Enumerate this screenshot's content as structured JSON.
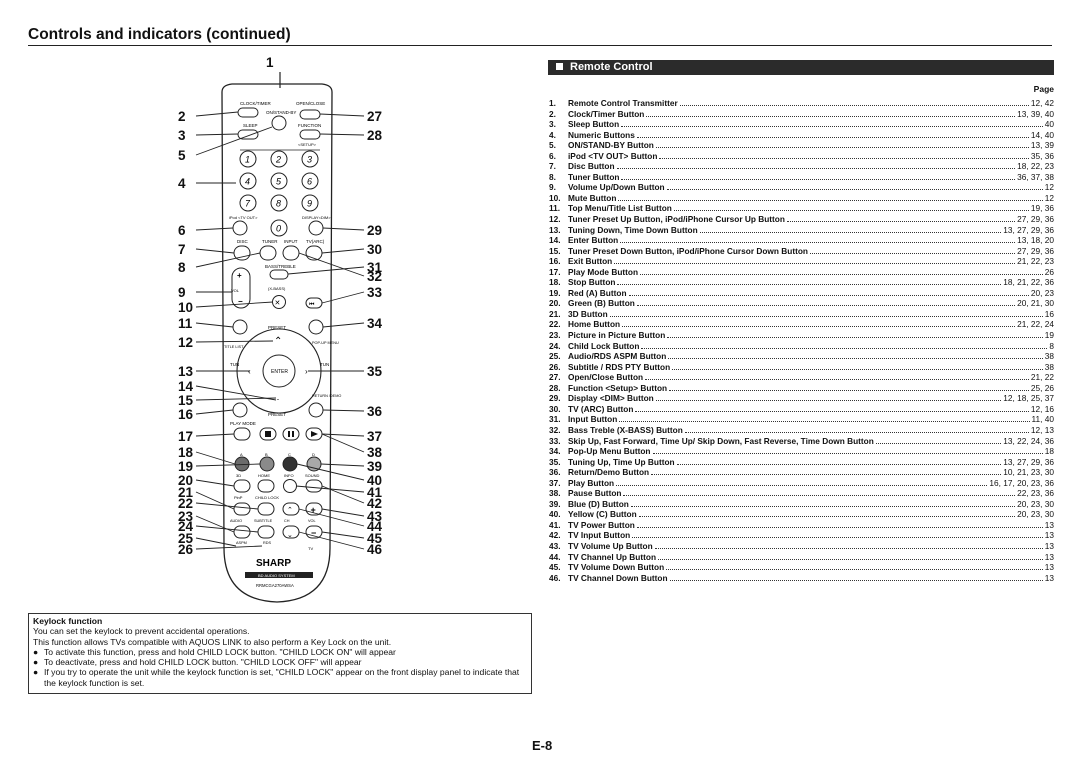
{
  "page_title": "Controls and indicators (continued)",
  "section_header": "Remote Control",
  "page_column_label": "Page",
  "page_number": "E-8",
  "remote": {
    "brand": "SHARP",
    "model_band": "BD AUDIO SYSTEM",
    "model_number": "RRMCGA270AWSA",
    "labels": {
      "clock_timer": "CLOCK/TIMER",
      "open_close": "OPEN/CLOSE",
      "on_standby": "ON/STAND-BY",
      "sleep": "SLEEP",
      "function": "FUNCTION",
      "setup": "<SETUP>",
      "ipod_tv_out": "iPod <TV OUT>",
      "display_dim": "DISPLAY<DIM>",
      "disc": "DISC",
      "tuner": "TUNER",
      "input": "INPUT",
      "tv_arc": "TV(ARC)",
      "bass_treble": "BASS/TREBLE",
      "vol": "VOL",
      "x_bass": "(X-BASS)",
      "preset_top": "PRESET",
      "preset_bottom": "PRESET",
      "title_list": "TITLE LIST",
      "popup_menu": "POP-UP MENU",
      "tun_left": "TUN",
      "tun_right": "TUN",
      "enter": "ENTER",
      "return_demo": "RETURN /DEMO",
      "play_mode": "PLAY MODE",
      "a": "A",
      "b": "B",
      "c": "C",
      "d": "D",
      "d3": "3D",
      "home": "HOME",
      "info": "INFO",
      "sound": "SOUND",
      "pinp": "PinP",
      "child_lock": "CHILD LOCK",
      "audio": "AUDIO",
      "subtitle": "SUBTITLE",
      "ch": "CH",
      "vol_tv": "VOL",
      "aspm": "ASPM",
      "rds": "RDS",
      "tv": "TV"
    },
    "keypad": [
      "1",
      "2",
      "3",
      "4",
      "5",
      "6",
      "7",
      "8",
      "9",
      "0"
    ],
    "left_callouts": [
      "2",
      "3",
      "5",
      "4",
      "6",
      "7",
      "8",
      "9",
      "10",
      "11",
      "12",
      "13",
      "14",
      "15",
      "16",
      "17",
      "18",
      "19",
      "20",
      "21",
      "22",
      "23",
      "24",
      "25",
      "26"
    ],
    "right_callouts": [
      "27",
      "28",
      "29",
      "30",
      "31",
      "32",
      "33",
      "34",
      "35",
      "36",
      "37",
      "38",
      "39",
      "40",
      "41",
      "42",
      "43",
      "44",
      "45",
      "46"
    ],
    "top_callout": "1"
  },
  "index": [
    {
      "num": "1.",
      "name": "Remote Control Transmitter",
      "pages": "12, 42"
    },
    {
      "num": "2.",
      "name": "Clock/Timer Button",
      "pages": "13, 39, 40"
    },
    {
      "num": "3.",
      "name": "Sleep Button",
      "pages": "40"
    },
    {
      "num": "4.",
      "name": "Numeric Buttons",
      "pages": "14, 40"
    },
    {
      "num": "5.",
      "name": "ON/STAND-BY Button",
      "pages": "13, 39"
    },
    {
      "num": "6.",
      "name": "iPod <TV OUT> Button",
      "pages": "35, 36"
    },
    {
      "num": "7.",
      "name": "Disc Button",
      "pages": "18, 22, 23"
    },
    {
      "num": "8.",
      "name": "Tuner Button",
      "pages": "36, 37, 38"
    },
    {
      "num": "9.",
      "name": "Volume Up/Down Button",
      "pages": "12"
    },
    {
      "num": "10.",
      "name": "Mute Button",
      "pages": "12"
    },
    {
      "num": "11.",
      "name": "Top Menu/Title List Button",
      "pages": "19, 36"
    },
    {
      "num": "12.",
      "name": "Tuner Preset Up Button, iPod/iPhone Cursor Up Button",
      "pages": "27, 29, 36"
    },
    {
      "num": "13.",
      "name": "Tuning Down, Time Down Button",
      "pages": "13, 27, 29, 36"
    },
    {
      "num": "14.",
      "name": "Enter Button",
      "pages": "13, 18, 20"
    },
    {
      "num": "15.",
      "name": "Tuner Preset Down Button, iPod/iPhone Cursor Down Button",
      "pages": "27, 29, 36"
    },
    {
      "num": "16.",
      "name": "Exit Button",
      "pages": "21, 22, 23"
    },
    {
      "num": "17.",
      "name": "Play Mode Button",
      "pages": "26"
    },
    {
      "num": "18.",
      "name": "Stop Button",
      "pages": "18, 21, 22, 36"
    },
    {
      "num": "19.",
      "name": "Red (A) Button",
      "pages": "20, 23"
    },
    {
      "num": "20.",
      "name": "Green (B) Button",
      "pages": "20, 21, 30"
    },
    {
      "num": "21.",
      "name": "3D Button",
      "pages": "16"
    },
    {
      "num": "22.",
      "name": "Home Button",
      "pages": "21, 22, 24"
    },
    {
      "num": "23.",
      "name": "Picture in Picture Button",
      "pages": "19"
    },
    {
      "num": "24.",
      "name": "Child Lock Button",
      "pages": "8"
    },
    {
      "num": "25.",
      "name": "Audio/RDS ASPM Button",
      "pages": "38"
    },
    {
      "num": "26.",
      "name": "Subtitle / RDS PTY Button",
      "pages": "38"
    },
    {
      "num": "27.",
      "name": "Open/Close Button",
      "pages": "21, 22"
    },
    {
      "num": "28.",
      "name": "Function <Setup> Button",
      "pages": "25, 26"
    },
    {
      "num": "29.",
      "name": "Display <DIM> Button",
      "pages": "12, 18, 25, 37"
    },
    {
      "num": "30.",
      "name": "TV (ARC) Button",
      "pages": "12, 16"
    },
    {
      "num": "31.",
      "name": "Input Button",
      "pages": "11, 40"
    },
    {
      "num": "32.",
      "name": "Bass Treble (X-BASS) Button",
      "pages": "12, 13"
    },
    {
      "num": "33.",
      "name": "Skip Up, Fast Forward, Time Up/ Skip Down, Fast Reverse, Time Down Button",
      "pages": "13, 22, 24, 36"
    },
    {
      "num": "34.",
      "name": "Pop-Up Menu Button",
      "pages": "18"
    },
    {
      "num": "35.",
      "name": "Tuning Up, Time Up Button",
      "pages": "13, 27, 29, 36"
    },
    {
      "num": "36.",
      "name": "Return/Demo Button",
      "pages": "10, 21, 23, 30"
    },
    {
      "num": "37.",
      "name": "Play Button",
      "pages": "16, 17, 20, 23, 36"
    },
    {
      "num": "38.",
      "name": "Pause Button",
      "pages": "22, 23, 36"
    },
    {
      "num": "39.",
      "name": "Blue (D) Button",
      "pages": "20, 23, 30"
    },
    {
      "num": "40.",
      "name": "Yellow (C) Button",
      "pages": "20, 23, 30"
    },
    {
      "num": "41.",
      "name": "TV Power Button",
      "pages": "13"
    },
    {
      "num": "42.",
      "name": "TV Input Button",
      "pages": "13"
    },
    {
      "num": "43.",
      "name": "TV Volume Up Button",
      "pages": "13"
    },
    {
      "num": "44.",
      "name": "TV Channel Up Button",
      "pages": "13"
    },
    {
      "num": "45.",
      "name": "TV Volume Down Button",
      "pages": "13"
    },
    {
      "num": "46.",
      "name": "TV Channel Down Button",
      "pages": "13"
    }
  ],
  "keylock": {
    "heading": "Keylock function",
    "line1": "You can set the keylock to prevent accidental operations.",
    "line2": "This function allows TVs compatible with AQUOS LINK to also perform a Key Lock on the unit.",
    "bullets": [
      "To activate this function, press and hold CHILD LOCK button. \"CHILD LOCK ON\" will appear",
      "To deactivate, press and hold CHILD LOCK button. \"CHILD LOCK OFF\" will appear",
      "If you try to operate the unit while the keylock function is set, \"CHILD LOCK\" appear on the front display panel to indicate that the keylock function is set."
    ],
    "bullet_glyph": "●"
  },
  "colors": {
    "header_bg": "#2b2b2b",
    "red_button": "#6b6b6b",
    "green_button": "#8a8a8a",
    "yellow_button": "#a9a9a9",
    "blue_button": "#4a4a4a"
  }
}
